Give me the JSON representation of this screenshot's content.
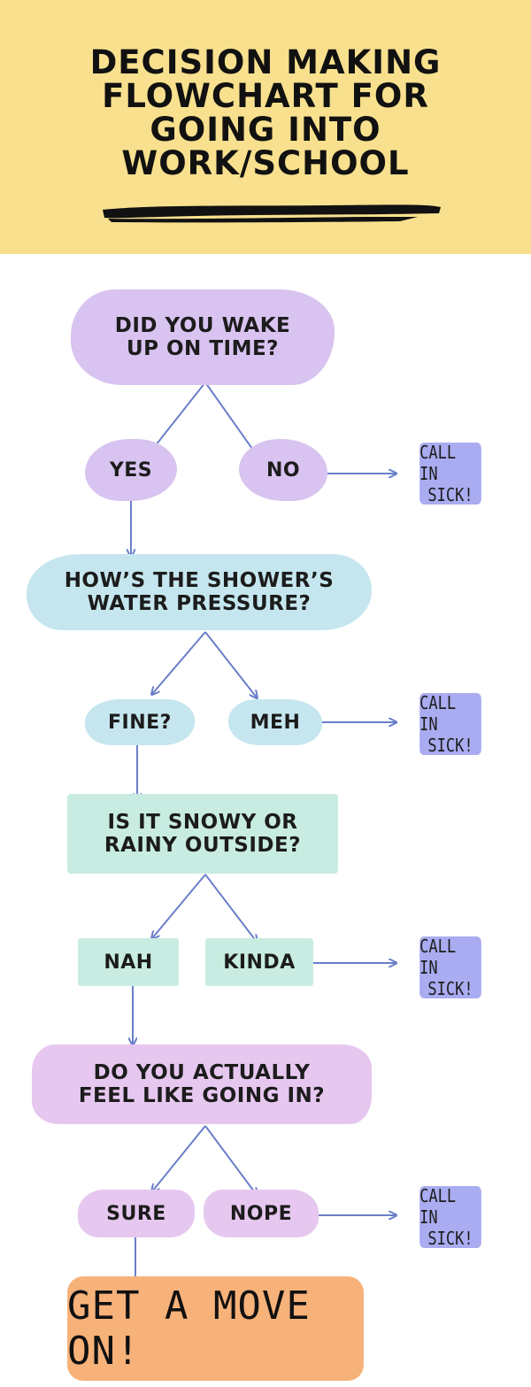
{
  "header": {
    "title_lines": [
      "DECISION MAKING",
      "FLOWCHART FOR",
      "GOING INTO",
      "WORK/SCHOOL"
    ]
  },
  "questions": [
    {
      "lines": [
        "DID YOU WAKE",
        "UP ON TIME?"
      ],
      "color": "#d9c3f0"
    },
    {
      "lines": [
        "HOW’S THE SHOWER’S",
        "WATER PRESSURE?"
      ],
      "color": "#c5e6ee"
    },
    {
      "lines": [
        "IS IT SNOWY OR",
        "RAINY OUTSIDE?"
      ],
      "color": "#c8ece1"
    },
    {
      "lines": [
        "DO YOU ACTUALLY",
        "FEEL LIKE GOING IN?"
      ],
      "color": "#e6c7ef"
    }
  ],
  "answers": [
    {
      "yes": "YES",
      "no": "NO"
    },
    {
      "yes": "FINE?",
      "no": "MEH"
    },
    {
      "yes": "NAH",
      "no": "KINDA"
    },
    {
      "yes": "SURE",
      "no": "NOPE"
    }
  ],
  "outcomes": {
    "call_in_sick": [
      "CALL IN",
      "SICK!"
    ],
    "final": "GET A MOVE ON!"
  },
  "colors": {
    "header_bg": "#f8e08e",
    "arrow": "#6a7fc8",
    "call_in_sick_bg": "#a9acf0",
    "final_bg": "#f7b27a"
  }
}
